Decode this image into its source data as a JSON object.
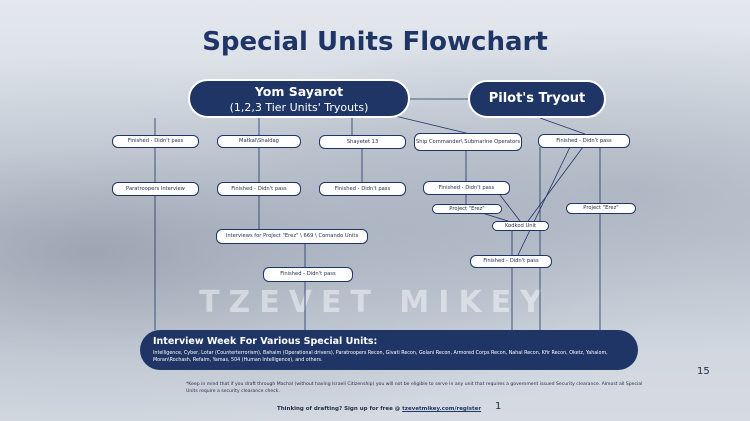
{
  "title": "Special Units Flowchart",
  "watermark": "TZEVET MIKEY",
  "yom_sayarot": {
    "line1": "Yom Sayarot",
    "line2": "(1,2,3 Tier Units' Tryouts)"
  },
  "pilot_tryout": "Pilot's Tryout",
  "nodes": {
    "finished_1": "Finished - Didn't pass",
    "matkal_shaldag": "Matkal\\Shaldag",
    "shayetet": "Shayetet 13",
    "ship_commander": "Ship Commander\\ Submarine Operators",
    "finished_pilot": "Finished - Didn't pass",
    "paratroopers_interview": "Paratroopers Interview",
    "finished_2": "Finished - Didn't pass",
    "finished_3": "Finished - Didn't pass",
    "finished_4": "Finished - Didn't pass",
    "project_erez_1": "Project \"Erez\"",
    "project_erez_2": "Project \"Erez\"",
    "kodkod_unit": "Kodkod Unit",
    "interviews_erez": "Interviews for Project \"Erez\" \\ 669 \\ Comando Units",
    "finished_5": "Finished - Didn't pass",
    "finished_6": "Finished - Didn't pass"
  },
  "interview_week": {
    "heading": "Interview Week For Various Special Units:",
    "body": "Intelligence, Cyber, Lotar (Counterterrorism), Bahaim (Operational drivers), Paratroopers Recon, Givati Recon, Golani Recon, Armored Corps Recon, Nahal Recon, Kfir Recon, Oketz, Yahalom, Moran\\Rochash, Refaim, Yamas, 504 (Human Intelligence), and others."
  },
  "note": "*Keep in mind that if you draft through Machal (without having Israeli Citizenship) you will not be eligible to serve in any unit that requires a government issued Security clearance. Almost all Special Units require a security clearance check.",
  "page_number": "15",
  "footer": {
    "text": "Thinking of drafting? Sign up for free @ ",
    "link": "tzevetmikey.com/register"
  },
  "footer_number": "1",
  "colors": {
    "navy": "#1f3566",
    "node_fill": "#ffffff",
    "line": "#1f3566"
  }
}
